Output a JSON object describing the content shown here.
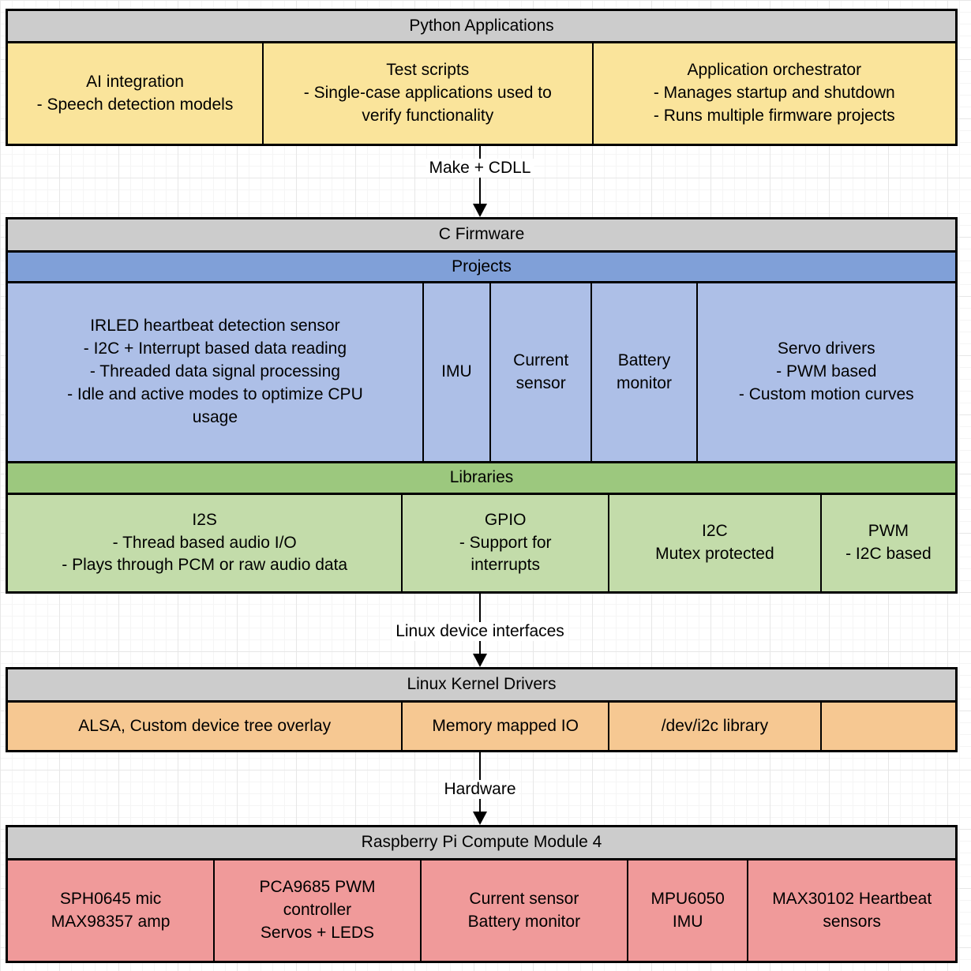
{
  "palette": {
    "header_gray": "#cccccc",
    "python_yellow": "#fae49b",
    "projects_header_blue": "#80a0d8",
    "projects_cell_blue": "#adbfe7",
    "libraries_header_green": "#9cc87e",
    "libraries_cell_green": "#c3dcaa",
    "kernel_cell_orange": "#f6c892",
    "hardware_cell_red": "#f09a9a",
    "border_black": "#000000"
  },
  "python_applications": {
    "title": "Python Applications",
    "cells": [
      "AI integration\n- Speech detection models",
      "Test scripts\n- Single-case applications used to\nverify functionality",
      "Application orchestrator\n- Manages startup and shutdown\n- Runs multiple firmware projects"
    ]
  },
  "arrows": {
    "make_cdll": "Make + CDLL",
    "linux_device_interfaces": "Linux device interfaces",
    "hardware": "Hardware"
  },
  "c_firmware": {
    "title": "C Firmware",
    "projects": {
      "title": "Projects",
      "cells": [
        "IRLED heartbeat detection sensor\n- I2C + Interrupt based data reading\n- Threaded data signal processing\n- Idle and active modes to optimize CPU\nusage",
        "IMU",
        "Current sensor",
        "Battery monitor",
        "Servo drivers\n- PWM based\n- Custom motion curves"
      ]
    },
    "libraries": {
      "title": "Libraries",
      "cells": [
        "I2S\n- Thread based audio I/O\n- Plays through PCM or raw audio data",
        "GPIO\n- Support for\ninterrupts",
        "I2C\nMutex protected",
        "PWM\n- I2C based"
      ]
    }
  },
  "linux_kernel_drivers": {
    "title": "Linux Kernel Drivers",
    "cells": [
      "ALSA, Custom device tree overlay",
      "Memory mapped IO",
      "/dev/i2c library",
      ""
    ]
  },
  "raspberry_pi": {
    "title": "Raspberry Pi Compute Module 4",
    "cells": [
      "SPH0645 mic\nMAX98357 amp",
      "PCA9685 PWM\ncontroller\nServos + LEDS",
      "Current sensor\nBattery monitor",
      "MPU6050\nIMU",
      "MAX30102 Heartbeat\nsensors"
    ]
  }
}
